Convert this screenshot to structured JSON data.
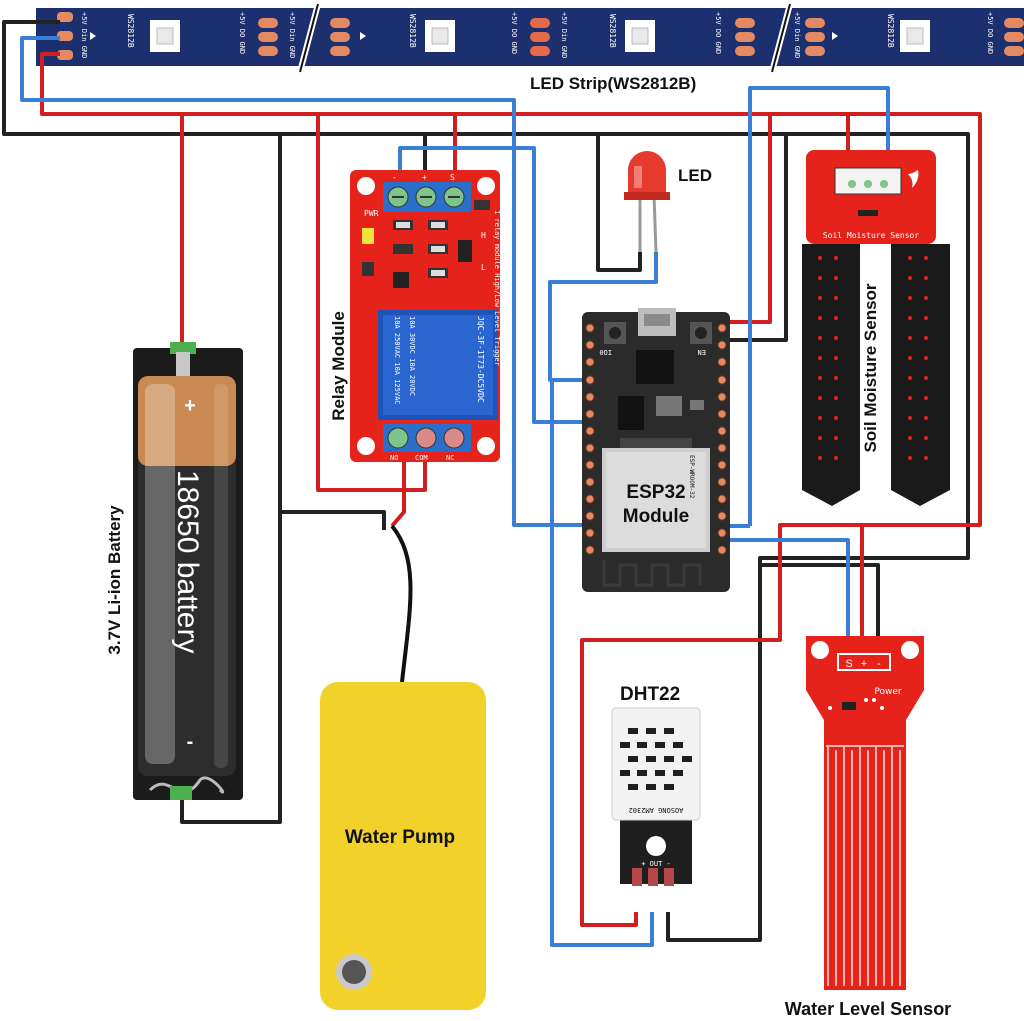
{
  "labels": {
    "led_strip": "LED Strip(WS2812B)",
    "led": "LED",
    "relay": "Relay Module",
    "soil": "Soil Moisture Sensor",
    "esp_line1": "ESP32",
    "esp_line2": "Module",
    "battery_side": "3.7V Li-ion Battery",
    "battery_body": "18650 battery",
    "battery_plus": "+",
    "battery_minus": "-",
    "pump": "Water Pump",
    "dht": "DHT22",
    "water_level": "Water Level Sensor"
  },
  "strip": {
    "chip": "WS2812B",
    "pin_left": "+5V Din GND",
    "pin_right": "+5V DO GND"
  },
  "relay_board": {
    "terminals_top": [
      "-",
      "+",
      "S"
    ],
    "terminals_bottom": [
      "NO",
      "COM",
      "NC"
    ],
    "pwr": "PWR",
    "h": "H",
    "l": "L",
    "trigger_text": "1 relay module High/Low Level Trigger",
    "relay_text": "JQC-3F-1T73-DC5VDC",
    "rating_1": "10A 250VAC 10A 125VAC",
    "rating_2": "10A 30VDC 10A 28VDC"
  },
  "soil_board": {
    "caption": "Soil Moisture Sensor"
  },
  "esp_board": {
    "io0": "IO0",
    "en": "EN",
    "shield": "ESP-WROOM-32"
  },
  "dht_board": {
    "pins": "+ OUT -",
    "brand": "AOSONG AM2302"
  },
  "water_board": {
    "pins": [
      "S",
      "+",
      "-"
    ],
    "power": "Power"
  },
  "colors": {
    "red_wire": "#d11f1f",
    "black_wire": "#222222",
    "blue_wire": "#3a7fd5",
    "board_red": "#e5231b",
    "strip_blue": "#1c2f6e",
    "pump_yellow": "#f2d22a"
  }
}
